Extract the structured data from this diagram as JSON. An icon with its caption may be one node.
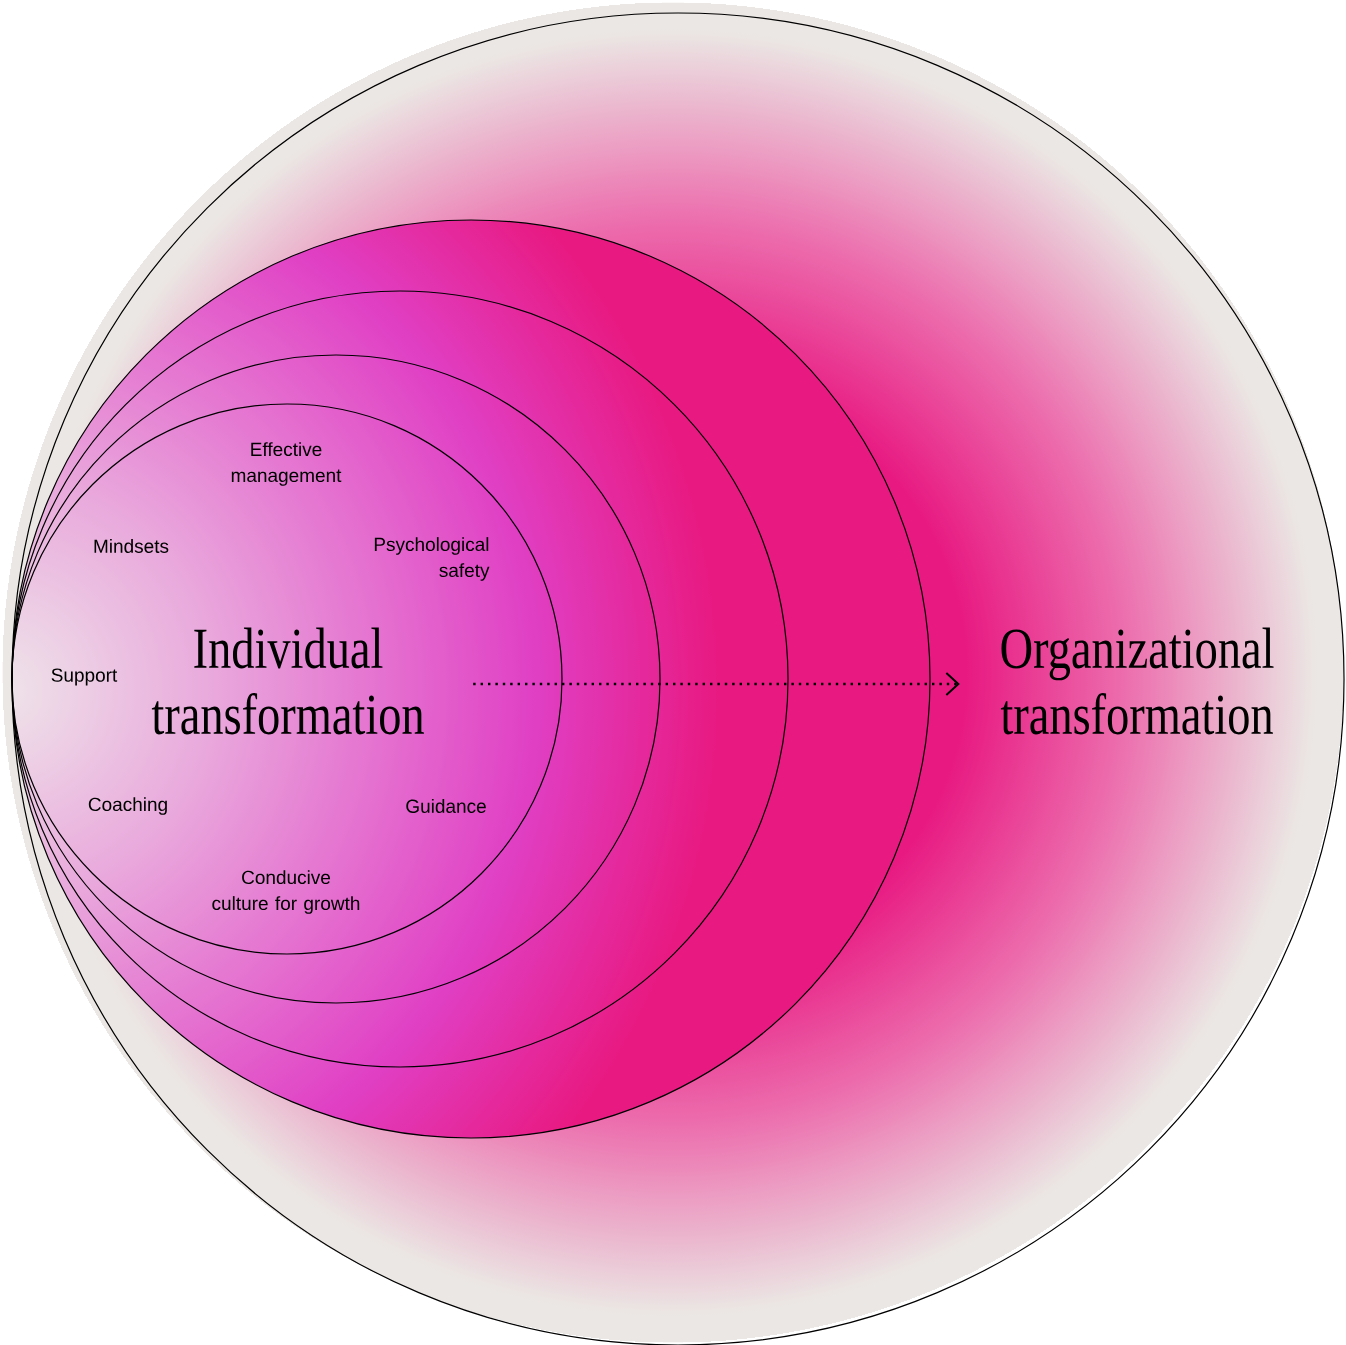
{
  "diagram": {
    "nodes": [
      {
        "text": [],
        "shape": "circle"
      },
      {
        "text": [],
        "shape": "circle",
        "in": 0
      },
      {
        "text": [],
        "shape": "circle",
        "in": 1
      },
      {
        "text": [],
        "shape": "circle",
        "in": 2
      },
      {
        "text": [],
        "shape": "circle",
        "in": 3
      },
      {
        "text": [
          "Individual transformation"
        ],
        "in": 4
      },
      {
        "text": [
          "Organizational transformation"
        ],
        "in": 0
      }
    ],
    "edges": [
      {
        "from": 5,
        "to": 6,
        "arrow": "to",
        "style": "dashed"
      }
    ],
    "labels": [
      "Effective management",
      "Mindsets",
      "Psychological safety",
      "Support",
      "Coaching",
      "Guidance",
      "Conducive culture for growth"
    ]
  }
}
